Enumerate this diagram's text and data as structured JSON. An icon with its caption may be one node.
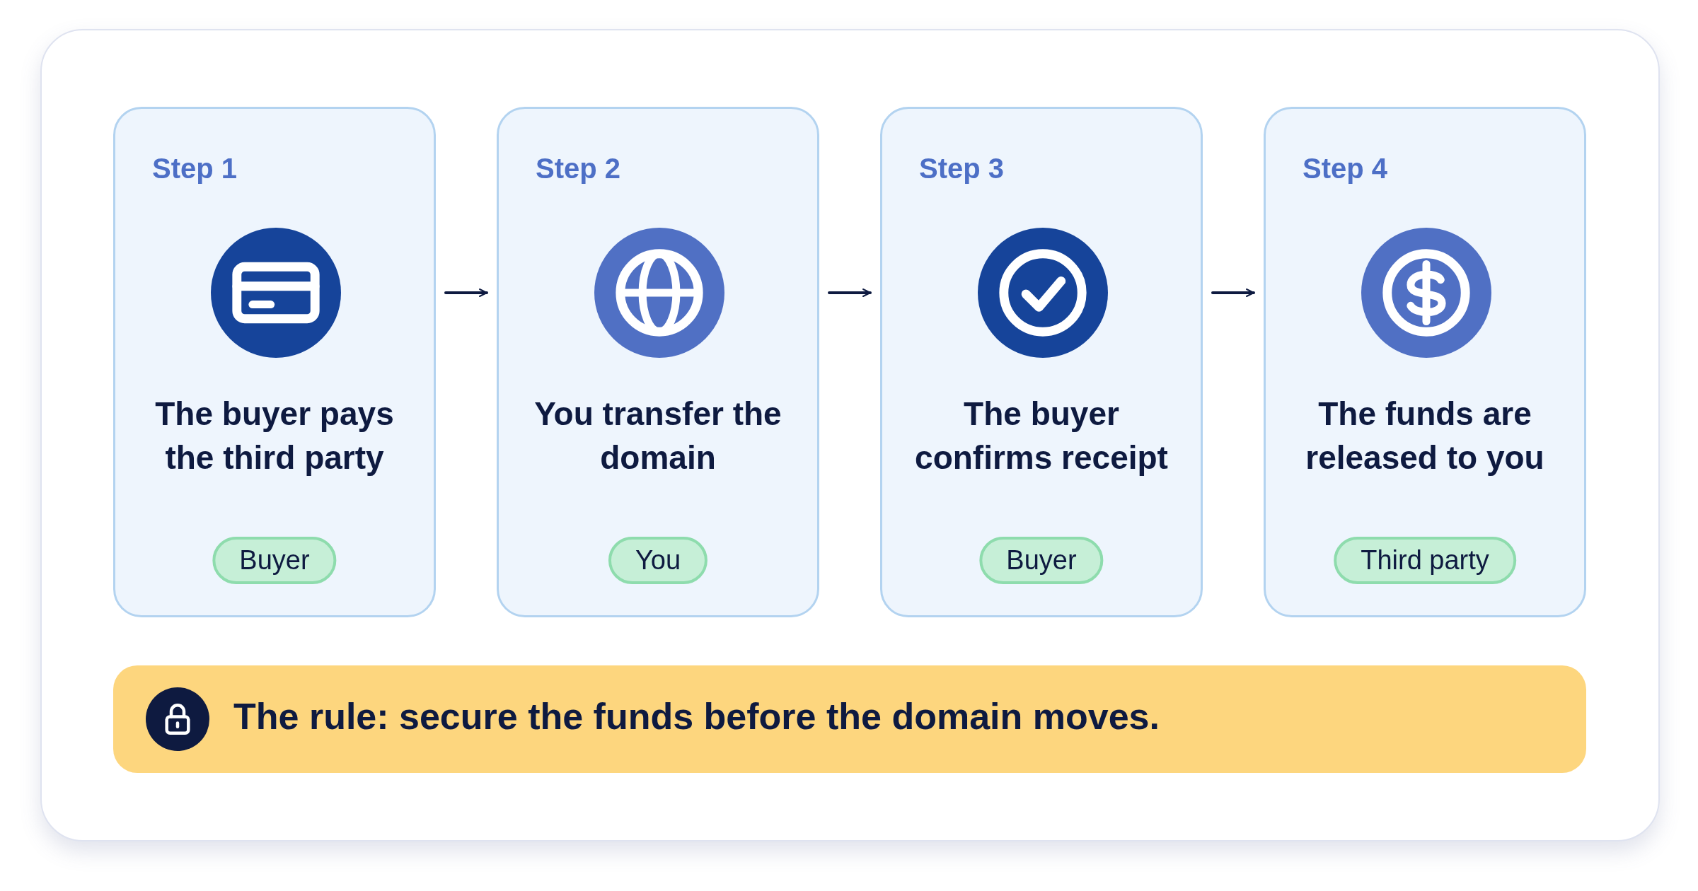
{
  "diagram": {
    "nodes": [
      {
        "text": [
          "Step 1",
          "The buyer pays the third party"
        ]
      },
      {
        "text": [
          "Buyer"
        ],
        "in": 0
      },
      {
        "text": [
          "Step 2",
          "You transfer the domain"
        ]
      },
      {
        "text": [
          "You"
        ],
        "in": 2
      },
      {
        "text": [
          "Step 3",
          "The buyer confirms receipt"
        ]
      },
      {
        "text": [
          "Buyer"
        ],
        "in": 4
      },
      {
        "text": [
          "Step 4",
          "The funds are released to you"
        ]
      },
      {
        "text": [
          "Third party"
        ],
        "in": 6
      },
      {
        "text": [
          "The rule: secure the funds before the domain moves."
        ]
      }
    ],
    "edges": [
      {
        "from": 0,
        "to": 2,
        "arrow": "to"
      },
      {
        "from": 2,
        "to": 4,
        "arrow": "to"
      },
      {
        "from": 4,
        "to": 6,
        "arrow": "to"
      }
    ]
  }
}
